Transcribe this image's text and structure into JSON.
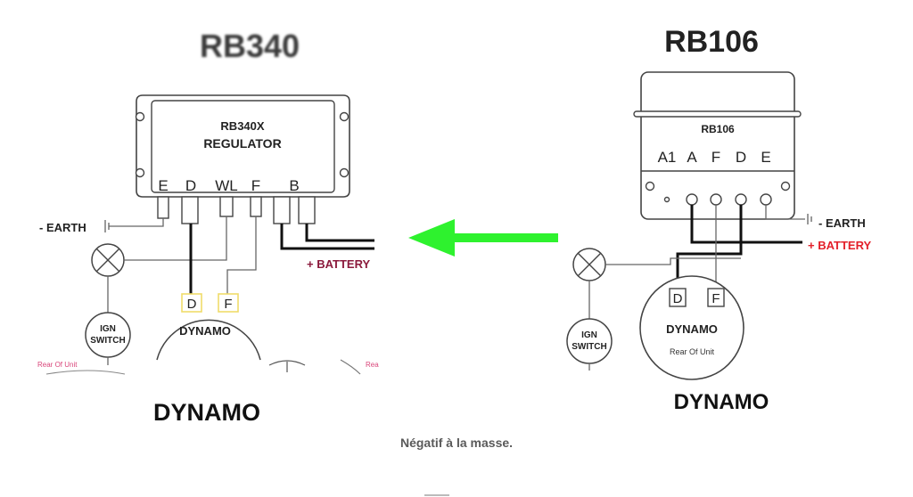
{
  "left_diagram": {
    "title": "RB340",
    "regulator_model": "RB340X",
    "regulator_label": "REGULATOR",
    "terminals": [
      "E",
      "D",
      "WL",
      "F",
      "B"
    ],
    "earth_label": "- EARTH",
    "battery_label": "+ BATTERY",
    "ign_switch_label": [
      "IGN",
      "SWITCH"
    ],
    "dynamo_terminals": [
      "D",
      "F"
    ],
    "dynamo_label": "DYNAMO",
    "rear_of_unit_fragment": "Rear Of Unit",
    "rear_fragment_right": "Rea",
    "bottom_label": "DYNAMO",
    "colors": {
      "battery_label": "#8b1a3c",
      "fragment_text": "#d9457a",
      "terminal_highlight": "#f0dc6a"
    }
  },
  "right_diagram": {
    "title": "RB106",
    "regulator_model": "RB106",
    "terminals": [
      "A1",
      "A",
      "F",
      "D",
      "E"
    ],
    "earth_label": "- EARTH",
    "battery_label": "+ BATTERY",
    "ign_switch_label": [
      "IGN",
      "SWITCH"
    ],
    "dynamo_terminals": [
      "D",
      "F"
    ],
    "dynamo_label": "DYNAMO",
    "rear_of_unit": "Rear Of Unit",
    "bottom_label": "DYNAMO",
    "colors": {
      "battery_label": "#e3202a"
    }
  },
  "arrow": {
    "color": "#2ef22e",
    "direction": "left"
  },
  "caption": "Négatif à la masse."
}
